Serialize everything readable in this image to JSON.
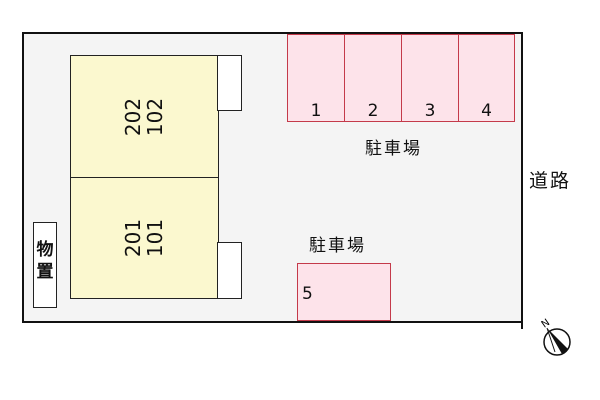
{
  "buildings": [
    {
      "units_top": "202",
      "units_bottom": "102"
    },
    {
      "units_top": "201",
      "units_bottom": "101"
    }
  ],
  "storage_label": "物置",
  "parking_spaces": [
    "1",
    "2",
    "3",
    "4",
    "5"
  ],
  "parking_label_1": "駐車場",
  "parking_label_2": "駐車場",
  "road_label": "道路",
  "compass": {
    "label": "N"
  },
  "colors": {
    "building": "#fbf8cf",
    "parking": "#fde3ea",
    "parking_border": "#c43a4a",
    "lot": "#f4f4f4"
  }
}
